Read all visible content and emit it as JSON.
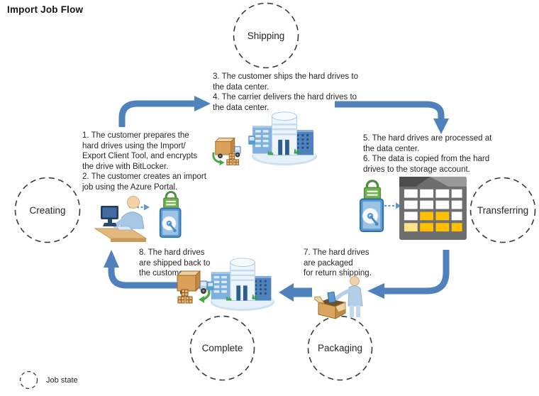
{
  "title": "Import Job Flow",
  "states": {
    "shipping": "Shipping",
    "creating": "Creating",
    "transferring": "Transferring",
    "complete": "Complete",
    "packaging": "Packaging"
  },
  "steps": {
    "prepare_create": "1. The customer prepares the\nhard drives using the Import/\nExport Client Tool, and encrypts\nthe drive with BitLocker.\n2. The customer creates an import\njob using the Azure Portal.",
    "ship_deliver": "3. The customer ships the hard drives to\nthe data center.\n4. The carrier delivers the hard drives to\nthe data center.",
    "process_copy": "5. The hard drives are processed at\nthe data center.\n6. The data is copied from the hard\ndrives to the storage account.",
    "package_return": "7. The hard drives\nare packaged\nfor return shipping.",
    "ship_back": "8. The hard drives\nare shipped back to\nthe customer."
  },
  "legend": {
    "label": "Job state"
  },
  "colors": {
    "arrow_blue": "#4F81BD",
    "dashed_arrow_blue": "#5B9BD5",
    "state_circle_border": "#3A3A3A",
    "text": "#262626",
    "table_cell_yellow": "#FFC000",
    "grass_green": "#36A143",
    "truck_tan": "#DBA05A",
    "lock_green": "#72B04F"
  },
  "icons": [
    "delivery-truck-icon",
    "data-center-building-icon",
    "customer-at-computer-icon",
    "encrypted-hard-drive-icon",
    "storage-table-icon",
    "packaging-person-icon",
    "job-state-circle-icon"
  ]
}
